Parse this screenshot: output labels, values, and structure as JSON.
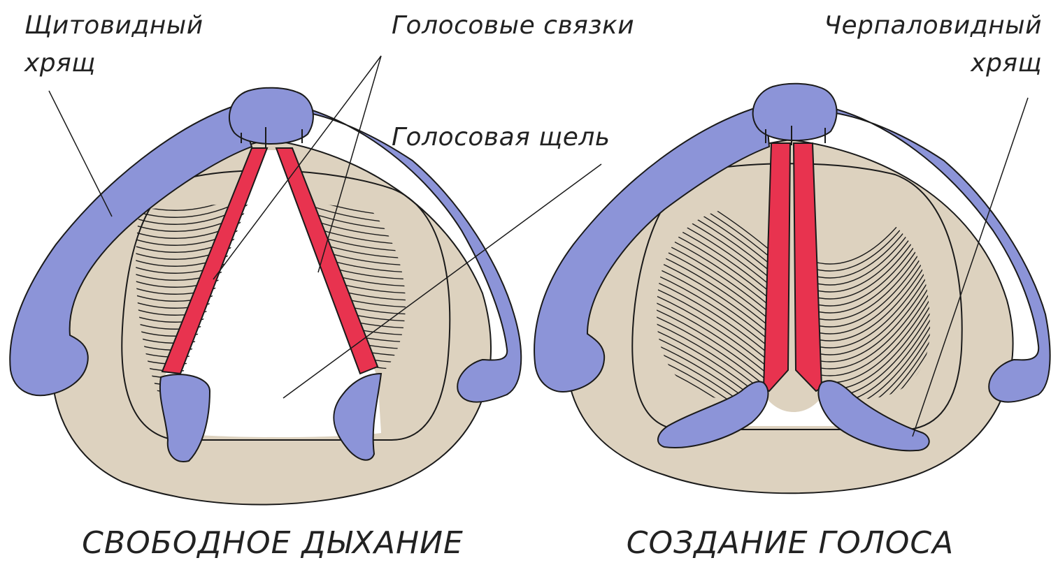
{
  "labels": {
    "thyroid_line1": "Щитовидный",
    "thyroid_line2": "хрящ",
    "vocal_cords": "Голосовые связки",
    "glottis": "Голосовая щель",
    "arytenoid_line1": "Черпаловидный",
    "arytenoid_line2": "хрящ"
  },
  "captions": {
    "left": "СВОБОДНОЕ ДЫХАНИЕ",
    "right": "СОЗДАНИЕ ГОЛОСА"
  },
  "colors": {
    "cartilage": "#8c94d8",
    "tissue": "#ddd2bf",
    "cord": "#e8334f",
    "line": "#1a1a1a",
    "background": "#ffffff"
  }
}
